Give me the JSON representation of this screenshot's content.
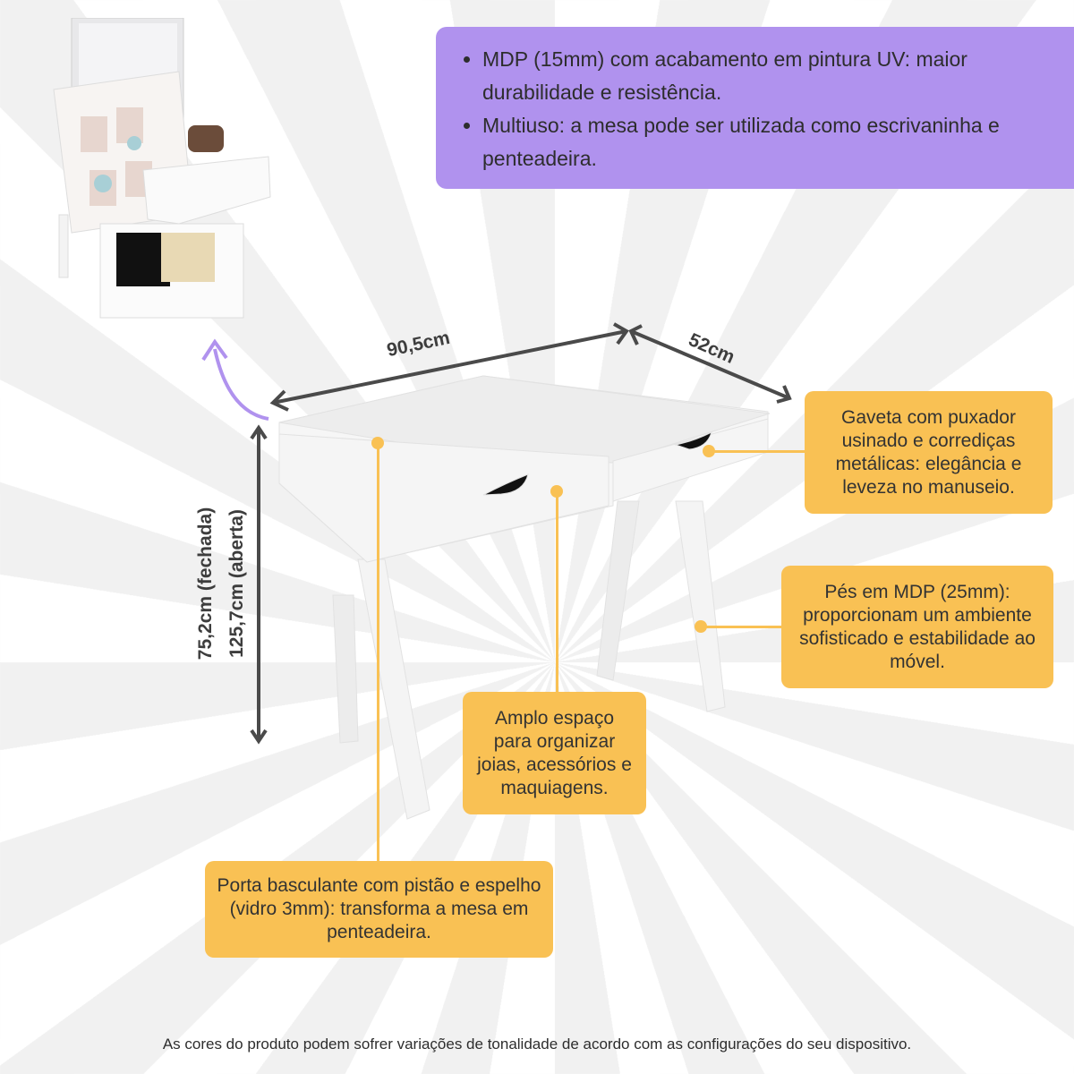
{
  "features": [
    "MDP (15mm) com acabamento em pintura UV: maior durabilidade e resistência.",
    "Multiuso: a mesa pode ser utilizada como escrivaninha e penteadeira."
  ],
  "dimensions": {
    "width": "90,5cm",
    "depth": "52cm",
    "height_closed": "75,2cm (fechada)",
    "height_open": "125,7cm (aberta)"
  },
  "callouts": {
    "drawer": "Gaveta com puxador usinado e corrediças metálicas: elegância e leveza no manuseio.",
    "legs": "Pés em MDP (25mm): proporcionam um ambiente sofisticado e estabilidade ao móvel.",
    "storage": "Amplo espaço para organizar joias, acessórios e maquiagens.",
    "door": "Porta basculante com pistão e espelho (vidro 3mm): transforma a mesa em penteadeira."
  },
  "footer": "As cores do produto podem sofrer variações de tonalidade de acordo com as configurações do seu dispositivo.",
  "colors": {
    "purple": "#b092ee",
    "yellow": "#f9c154",
    "arrow": "#4a4a4a"
  }
}
